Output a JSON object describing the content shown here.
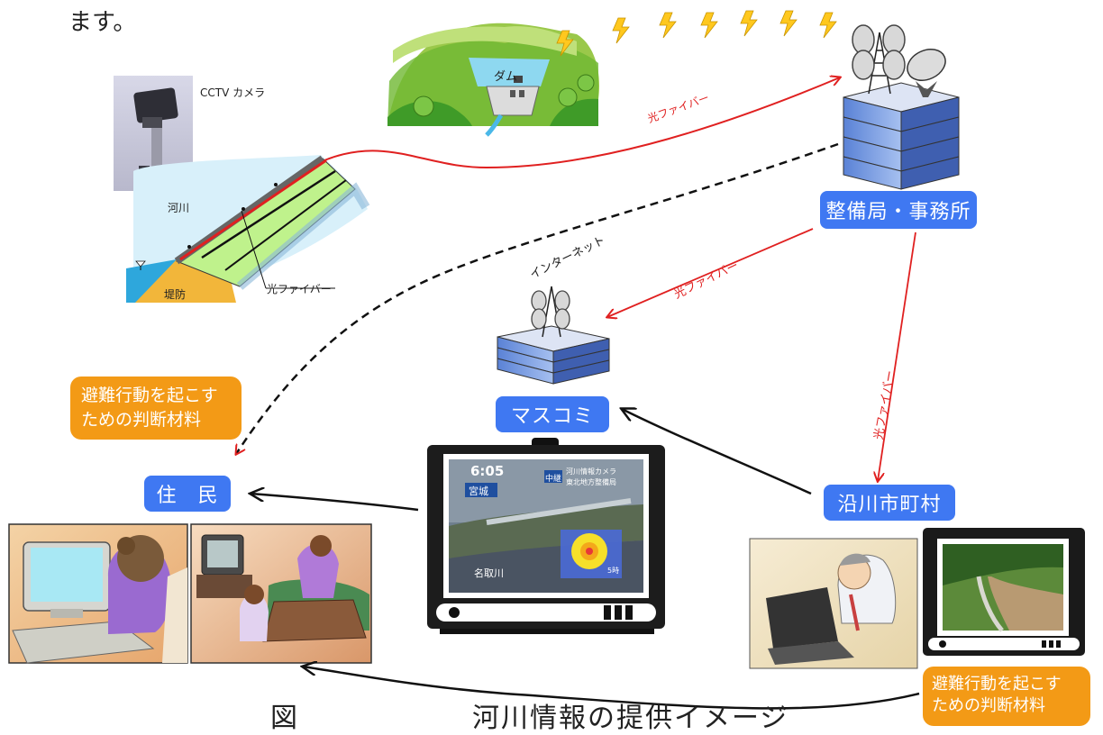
{
  "intro_text": "ます。",
  "labels": {
    "cctv": "CCTV カメラ",
    "dam": "ダム",
    "river": "河川",
    "levee": "堤防",
    "fiber_river": "光ファイバー",
    "fiber_top": "光ファイバー",
    "fiber_media": "光ファイバー",
    "fiber_vertical": "光ファイバー",
    "internet": "インターネット"
  },
  "nodes": {
    "bureau": "整備局・事務所",
    "media": "マスコミ",
    "municipality": "沿川市町村",
    "residents": "住　民"
  },
  "notes": {
    "left": [
      "避難行動を起こす",
      "ための判断材料"
    ],
    "right": [
      "避難行動を起こす",
      "ための判断材料"
    ]
  },
  "tv_screen": {
    "time": "6:05",
    "region": "宮城",
    "badge": "中継",
    "camera_title": [
      "河川情報カメラ",
      "東北地方整備局"
    ],
    "river_name": "名取川",
    "corner": "5時"
  },
  "caption": "図　　　　　　河川情報の提供イメージ"
}
